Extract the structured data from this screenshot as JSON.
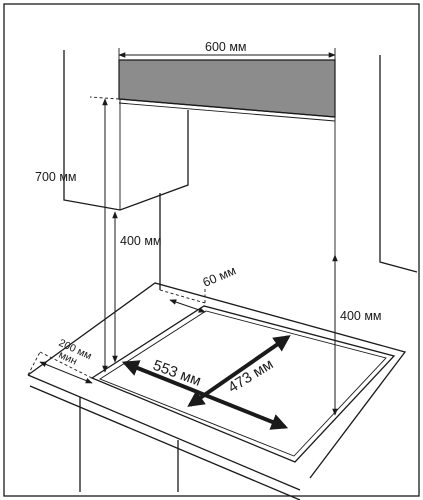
{
  "labels": {
    "width_hood": "600 мм",
    "height_total": "700 мм",
    "height_cabinet": "400 мм",
    "gap_back": "60 мм",
    "height_right": "400 мм",
    "side_min_value": "200 мм",
    "side_min_note": "мин",
    "cutout_width": "553 мм",
    "cutout_depth": "473 мм"
  },
  "colors": {
    "line": "#1a1a1a",
    "hood_fill": "#8c8c8c",
    "background": "#ffffff"
  }
}
